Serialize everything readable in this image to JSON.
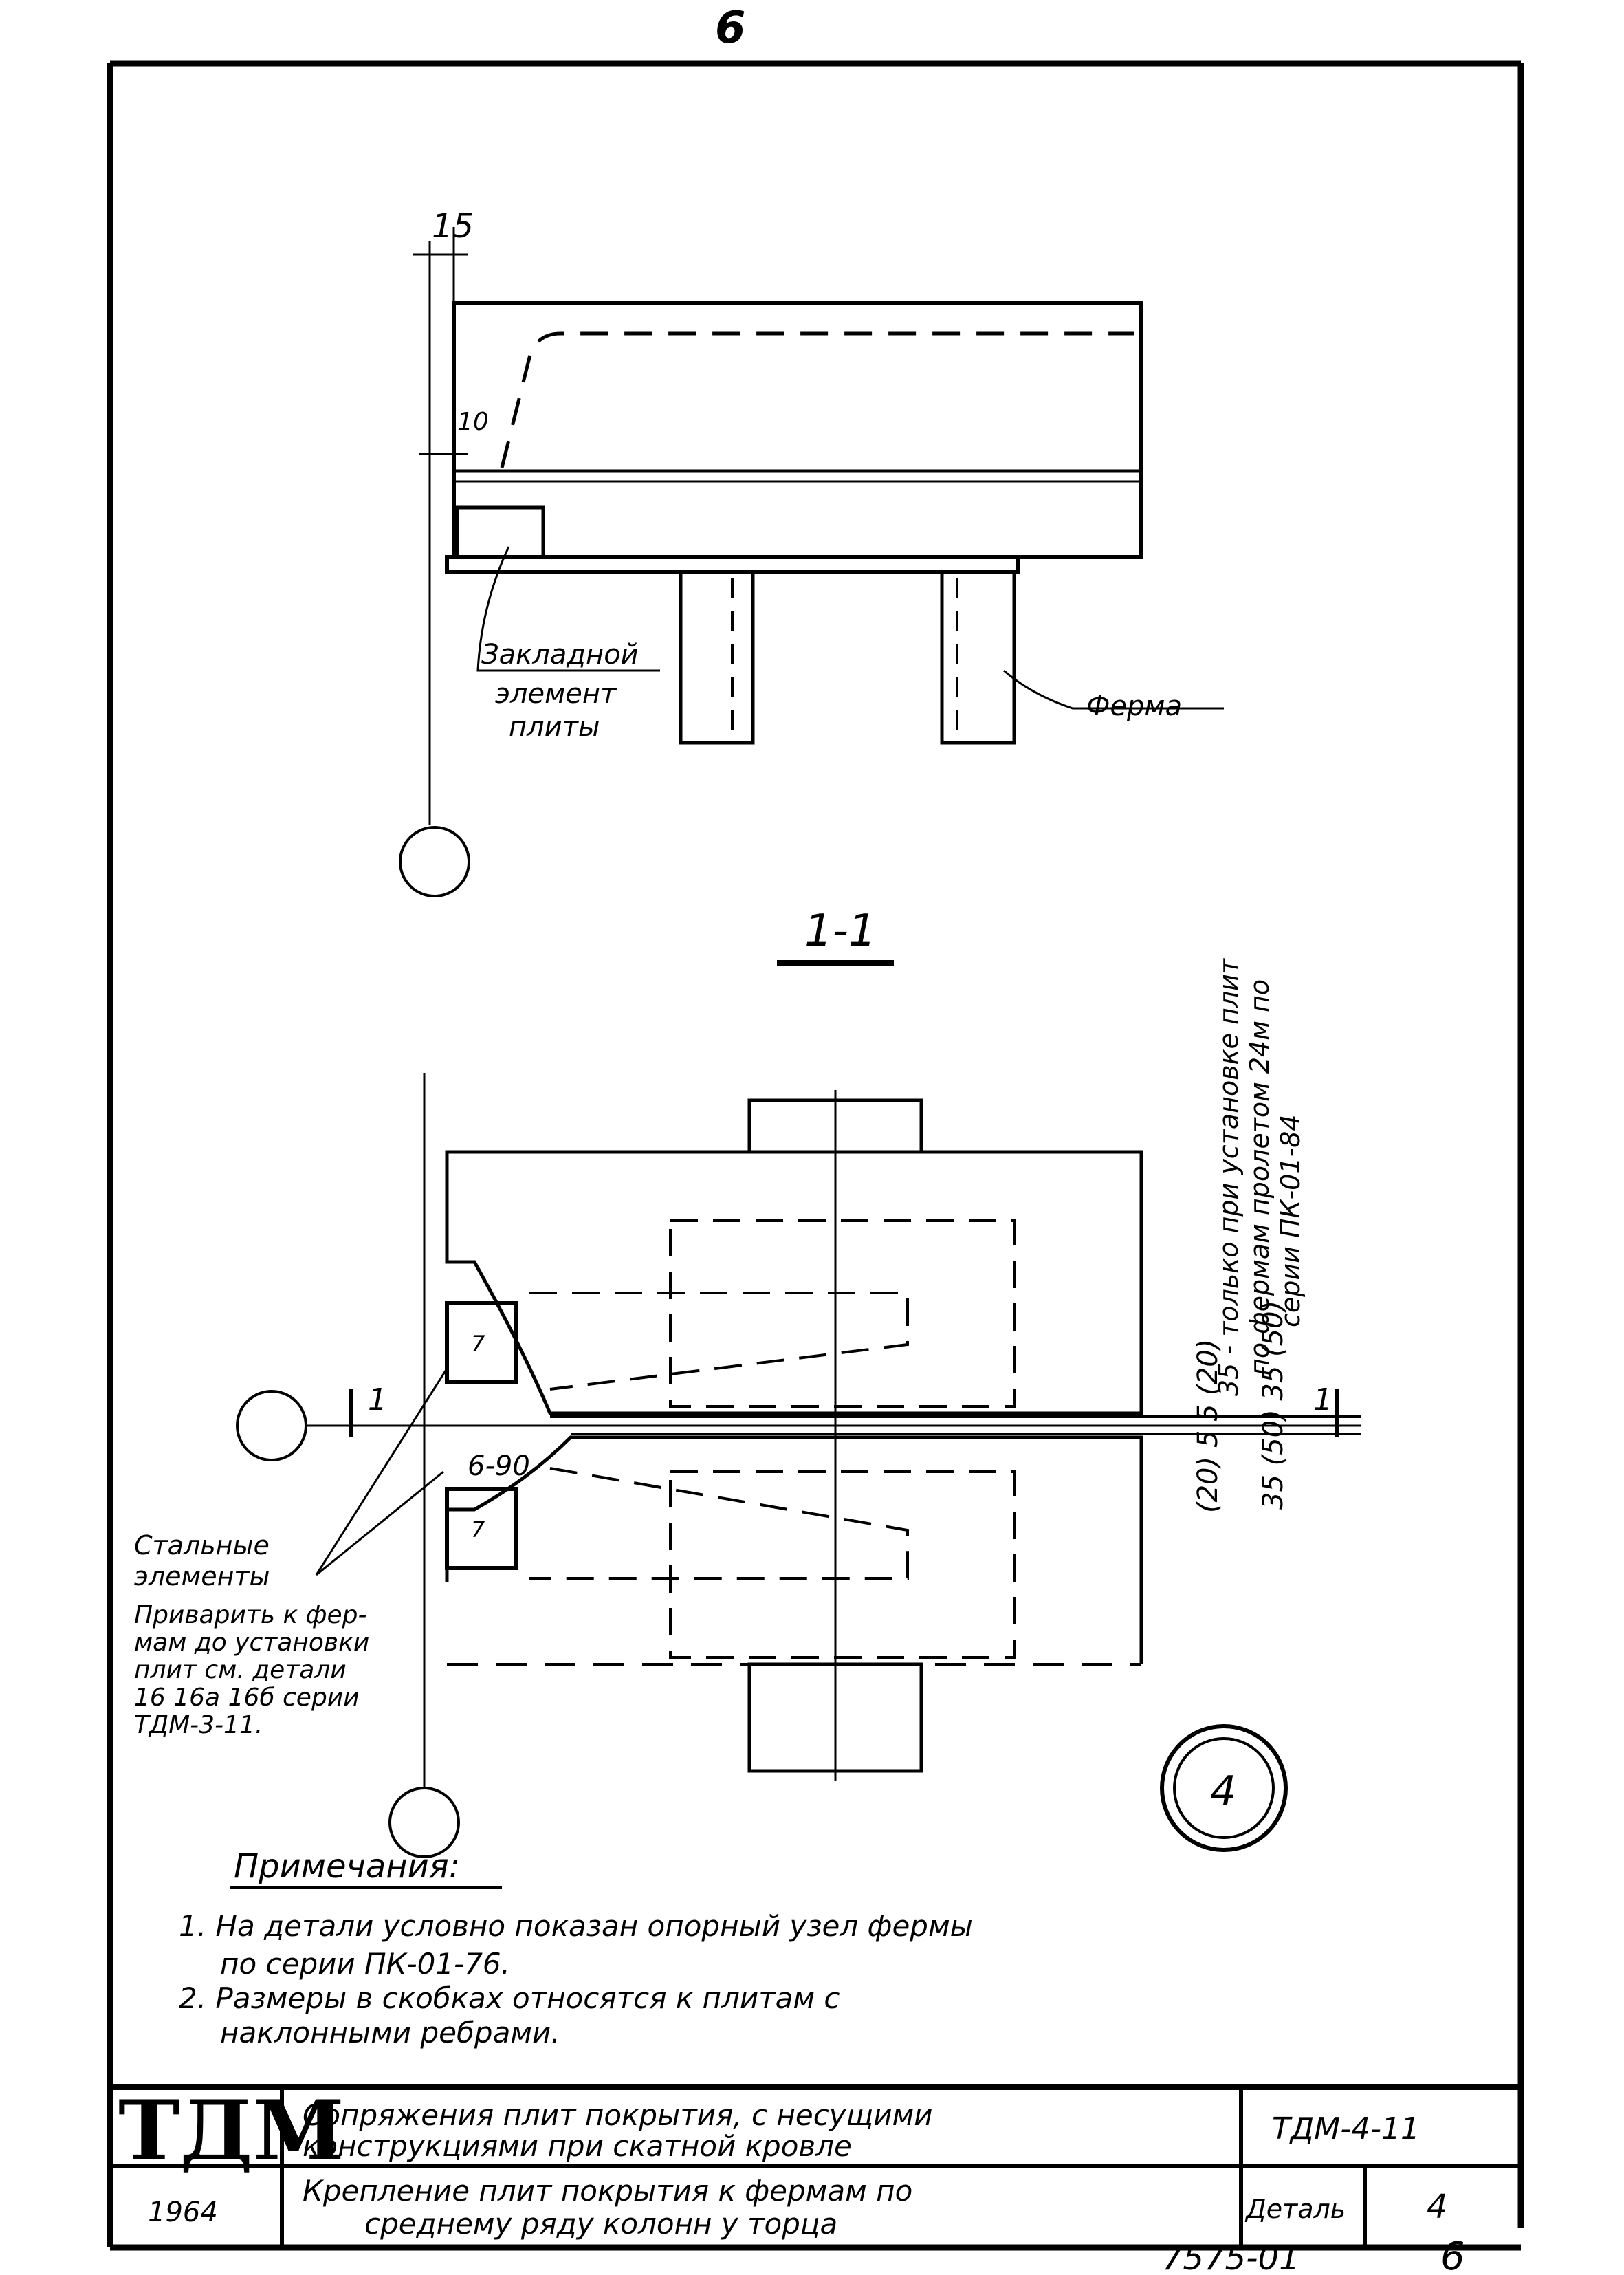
{
  "page": {
    "top_page_number": "6",
    "bottom_page_number": "6",
    "archive_number": "7575-01"
  },
  "section_top": {
    "dim_15": "15",
    "dim_10": "10",
    "label_embedded": [
      "Закладной",
      "элемент",
      "плиты"
    ],
    "label_truss": "Ферма"
  },
  "section_label": "1-1",
  "plan": {
    "section_mark": "1",
    "dim_6_90": "6-90",
    "weld_mark": "7",
    "steel_elements_label": [
      "Стальные",
      "элементы"
    ],
    "weld_note": [
      "Приварить к фер-",
      "мам до установки",
      "плит см. детали",
      "16 16а 16б серии",
      "ТДМ-3-11."
    ],
    "dims_left": "(20) 5   5 (20)",
    "dims_right": "35 (50)   35 (50)",
    "vertical_note": [
      "35 - только при установке плит",
      "по фермам пролетом 24м по",
      "серии ПК-01-84"
    ],
    "detail_number": "4"
  },
  "notes": {
    "title": "Примечания:",
    "items": [
      "1. На детали условно показан опорный узел фермы",
      "по серии ПК-01-76.",
      "2. Размеры в скобках относятся к плитам с",
      "наклонными ребрами."
    ]
  },
  "title_block": {
    "logo": "ТДМ",
    "year": "1964",
    "title_line1": "Сопряжения плит покрытия, с несущими",
    "title_line2": "конструкциями при скатной кровле",
    "sub_line1": "Крепление плит покрытия к фермам по",
    "sub_line2": "среднему ряду колонн у торца",
    "series": "ТДМ-4-11",
    "detail_label": "Деталь",
    "detail_value": "4"
  }
}
